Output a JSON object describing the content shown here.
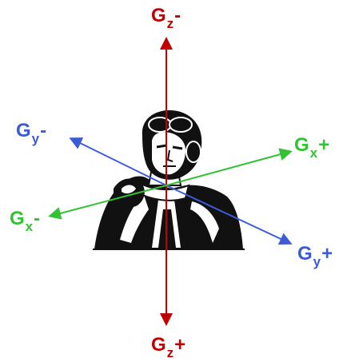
{
  "colors": {
    "z_axis": "#c00000",
    "y_axis": "#3b5bd9",
    "x_axis": "#33c233",
    "figure": "#111111"
  },
  "figure": {
    "icon": "pilot-silhouette-icon"
  },
  "labels": {
    "gz_minus": {
      "letter": "G",
      "sub": "z",
      "sign": "-"
    },
    "gz_plus": {
      "letter": "G",
      "sub": "z",
      "sign": "+"
    },
    "gy_minus": {
      "letter": "G",
      "sub": "y",
      "sign": "-"
    },
    "gy_plus": {
      "letter": "G",
      "sub": "y",
      "sign": "+"
    },
    "gx_minus": {
      "letter": "G",
      "sub": "x",
      "sign": "-"
    },
    "gx_plus": {
      "letter": "G",
      "sub": "x",
      "sign": "+"
    }
  }
}
